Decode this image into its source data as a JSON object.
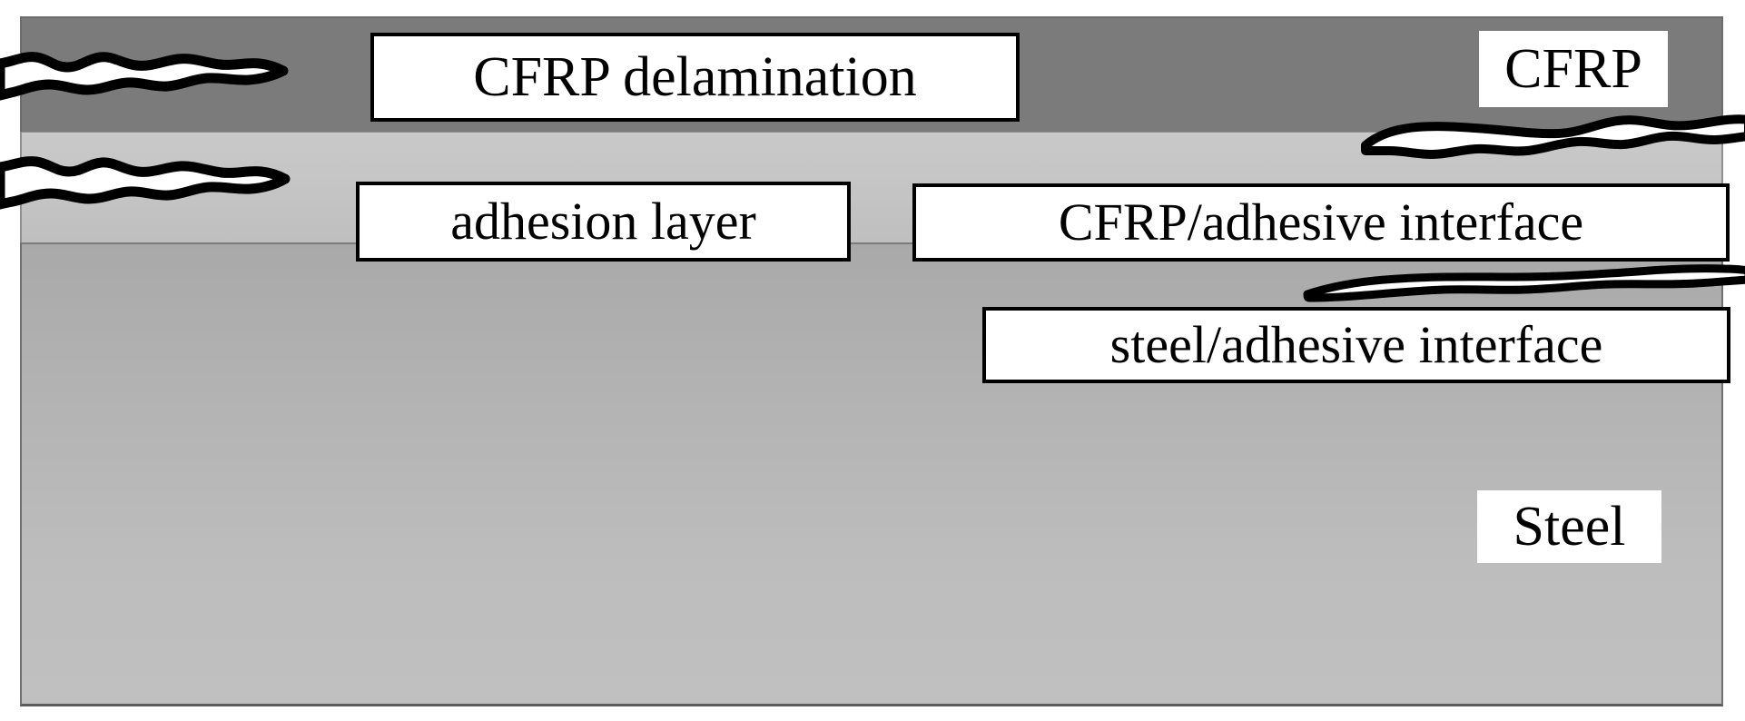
{
  "figure": {
    "kind": "cross-section-schematic",
    "subject": "CFRP-to-steel adhesively bonded joint cross section",
    "background_color": "#ffffff"
  },
  "layers": [
    {
      "id": "cfrp",
      "label": "CFRP",
      "color": "#7b7b7b",
      "order": 1
    },
    {
      "id": "adhesive",
      "label": "adhesion layer",
      "color": "#c4c4c4",
      "order": 2
    },
    {
      "id": "steel",
      "label": "Steel",
      "color": "#b4b4b4",
      "order": 3
    }
  ],
  "annotations": {
    "cfrp_delamination": "CFRP delamination",
    "adhesion_layer": "adhesion layer",
    "cfrp_adhesive_interface": "CFRP/adhesive interface",
    "steel_adhesive_interface": "steel/adhesive interface",
    "cfrp": "CFRP",
    "steel": "Steel"
  },
  "defects": [
    {
      "id": "crack-cfrp-left",
      "name": "cfrp-delamination-crack",
      "location": "within CFRP layer, left edge",
      "color": "#000000"
    },
    {
      "id": "crack-adhesive-left",
      "name": "adhesion-layer-crack",
      "location": "within adhesion layer, left edge",
      "color": "#000000"
    },
    {
      "id": "crack-cfrp-adhesive-right",
      "name": "cfrp-adhesive-interface-crack",
      "location": "CFRP/adhesive interface, right side",
      "color": "#000000"
    },
    {
      "id": "crack-steel-adhesive-right",
      "name": "steel-adhesive-interface-crack",
      "location": "steel/adhesive interface, right side",
      "color": "#000000"
    }
  ],
  "colors": {
    "cfrp": "#7b7b7b",
    "adhesive": "#c4c4c4",
    "steel": "#b4b4b4",
    "outline": "#6b6b6b",
    "crack": "#000000",
    "label_bg": "#ffffff",
    "label_border": "#000000",
    "text": "#000000"
  }
}
